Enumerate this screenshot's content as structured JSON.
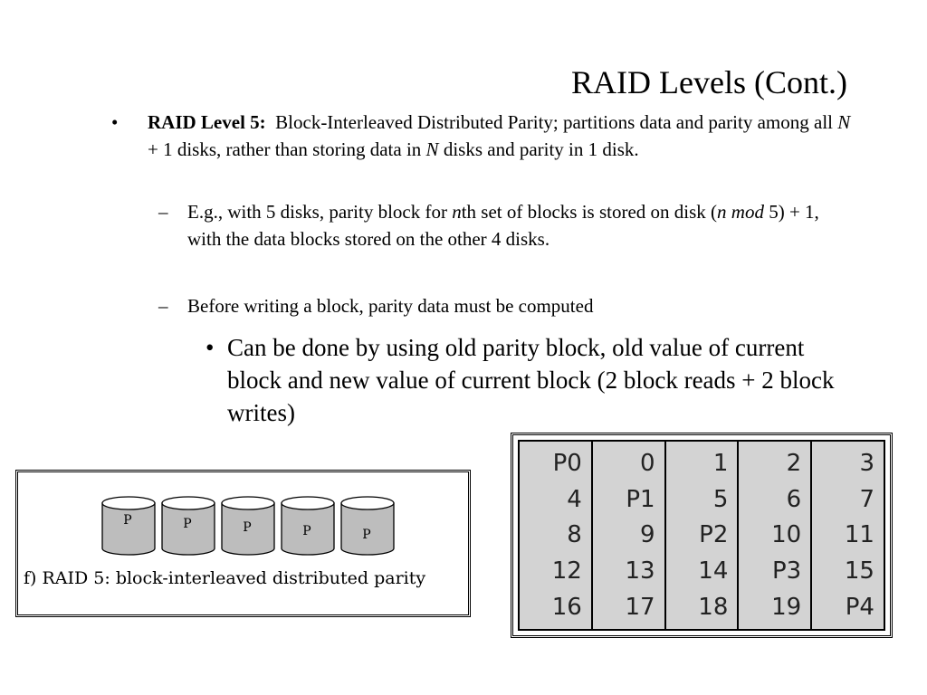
{
  "slide": {
    "title": "RAID Levels (Cont.)",
    "bullet1": {
      "marker": "•",
      "bold": "RAID Level 5:",
      "text_a": "Block-Interleaved Distributed Parity; partitions data and parity among all ",
      "N1": "N",
      "text_b": " + 1 disks, rather than storing data in ",
      "N2": "N",
      "text_c": " disks and parity in 1 disk."
    },
    "sub1": {
      "marker": "–",
      "text_a": "E.g., with 5 disks, parity block for ",
      "n": "n",
      "text_b": "th set of blocks is stored on disk (",
      "nmod": "n mod",
      "text_c": " 5) + 1, with the data blocks stored on the other 4 disks."
    },
    "sub2": {
      "marker": "–",
      "text": "Before writing a block, parity data must be computed"
    },
    "sub3": {
      "marker": "•",
      "text": "Can be done by using old parity block, old value of current block and new value of current block (2 block reads + 2 block writes)"
    }
  },
  "figure": {
    "disk_label": "P",
    "disk_count": 5,
    "caption": "f) RAID 5: block-interleaved distributed parity",
    "disk_color": "#bdbdbd"
  },
  "table": {
    "columns": [
      [
        "P0",
        "4",
        "8",
        "12",
        "16"
      ],
      [
        "0",
        "P1",
        "9",
        "13",
        "17"
      ],
      [
        "1",
        "5",
        "P2",
        "14",
        "18"
      ],
      [
        "2",
        "6",
        "10",
        "P3",
        "19"
      ],
      [
        "3",
        "7",
        "11",
        "15",
        "P4"
      ]
    ],
    "background": "#d3d3d3"
  }
}
